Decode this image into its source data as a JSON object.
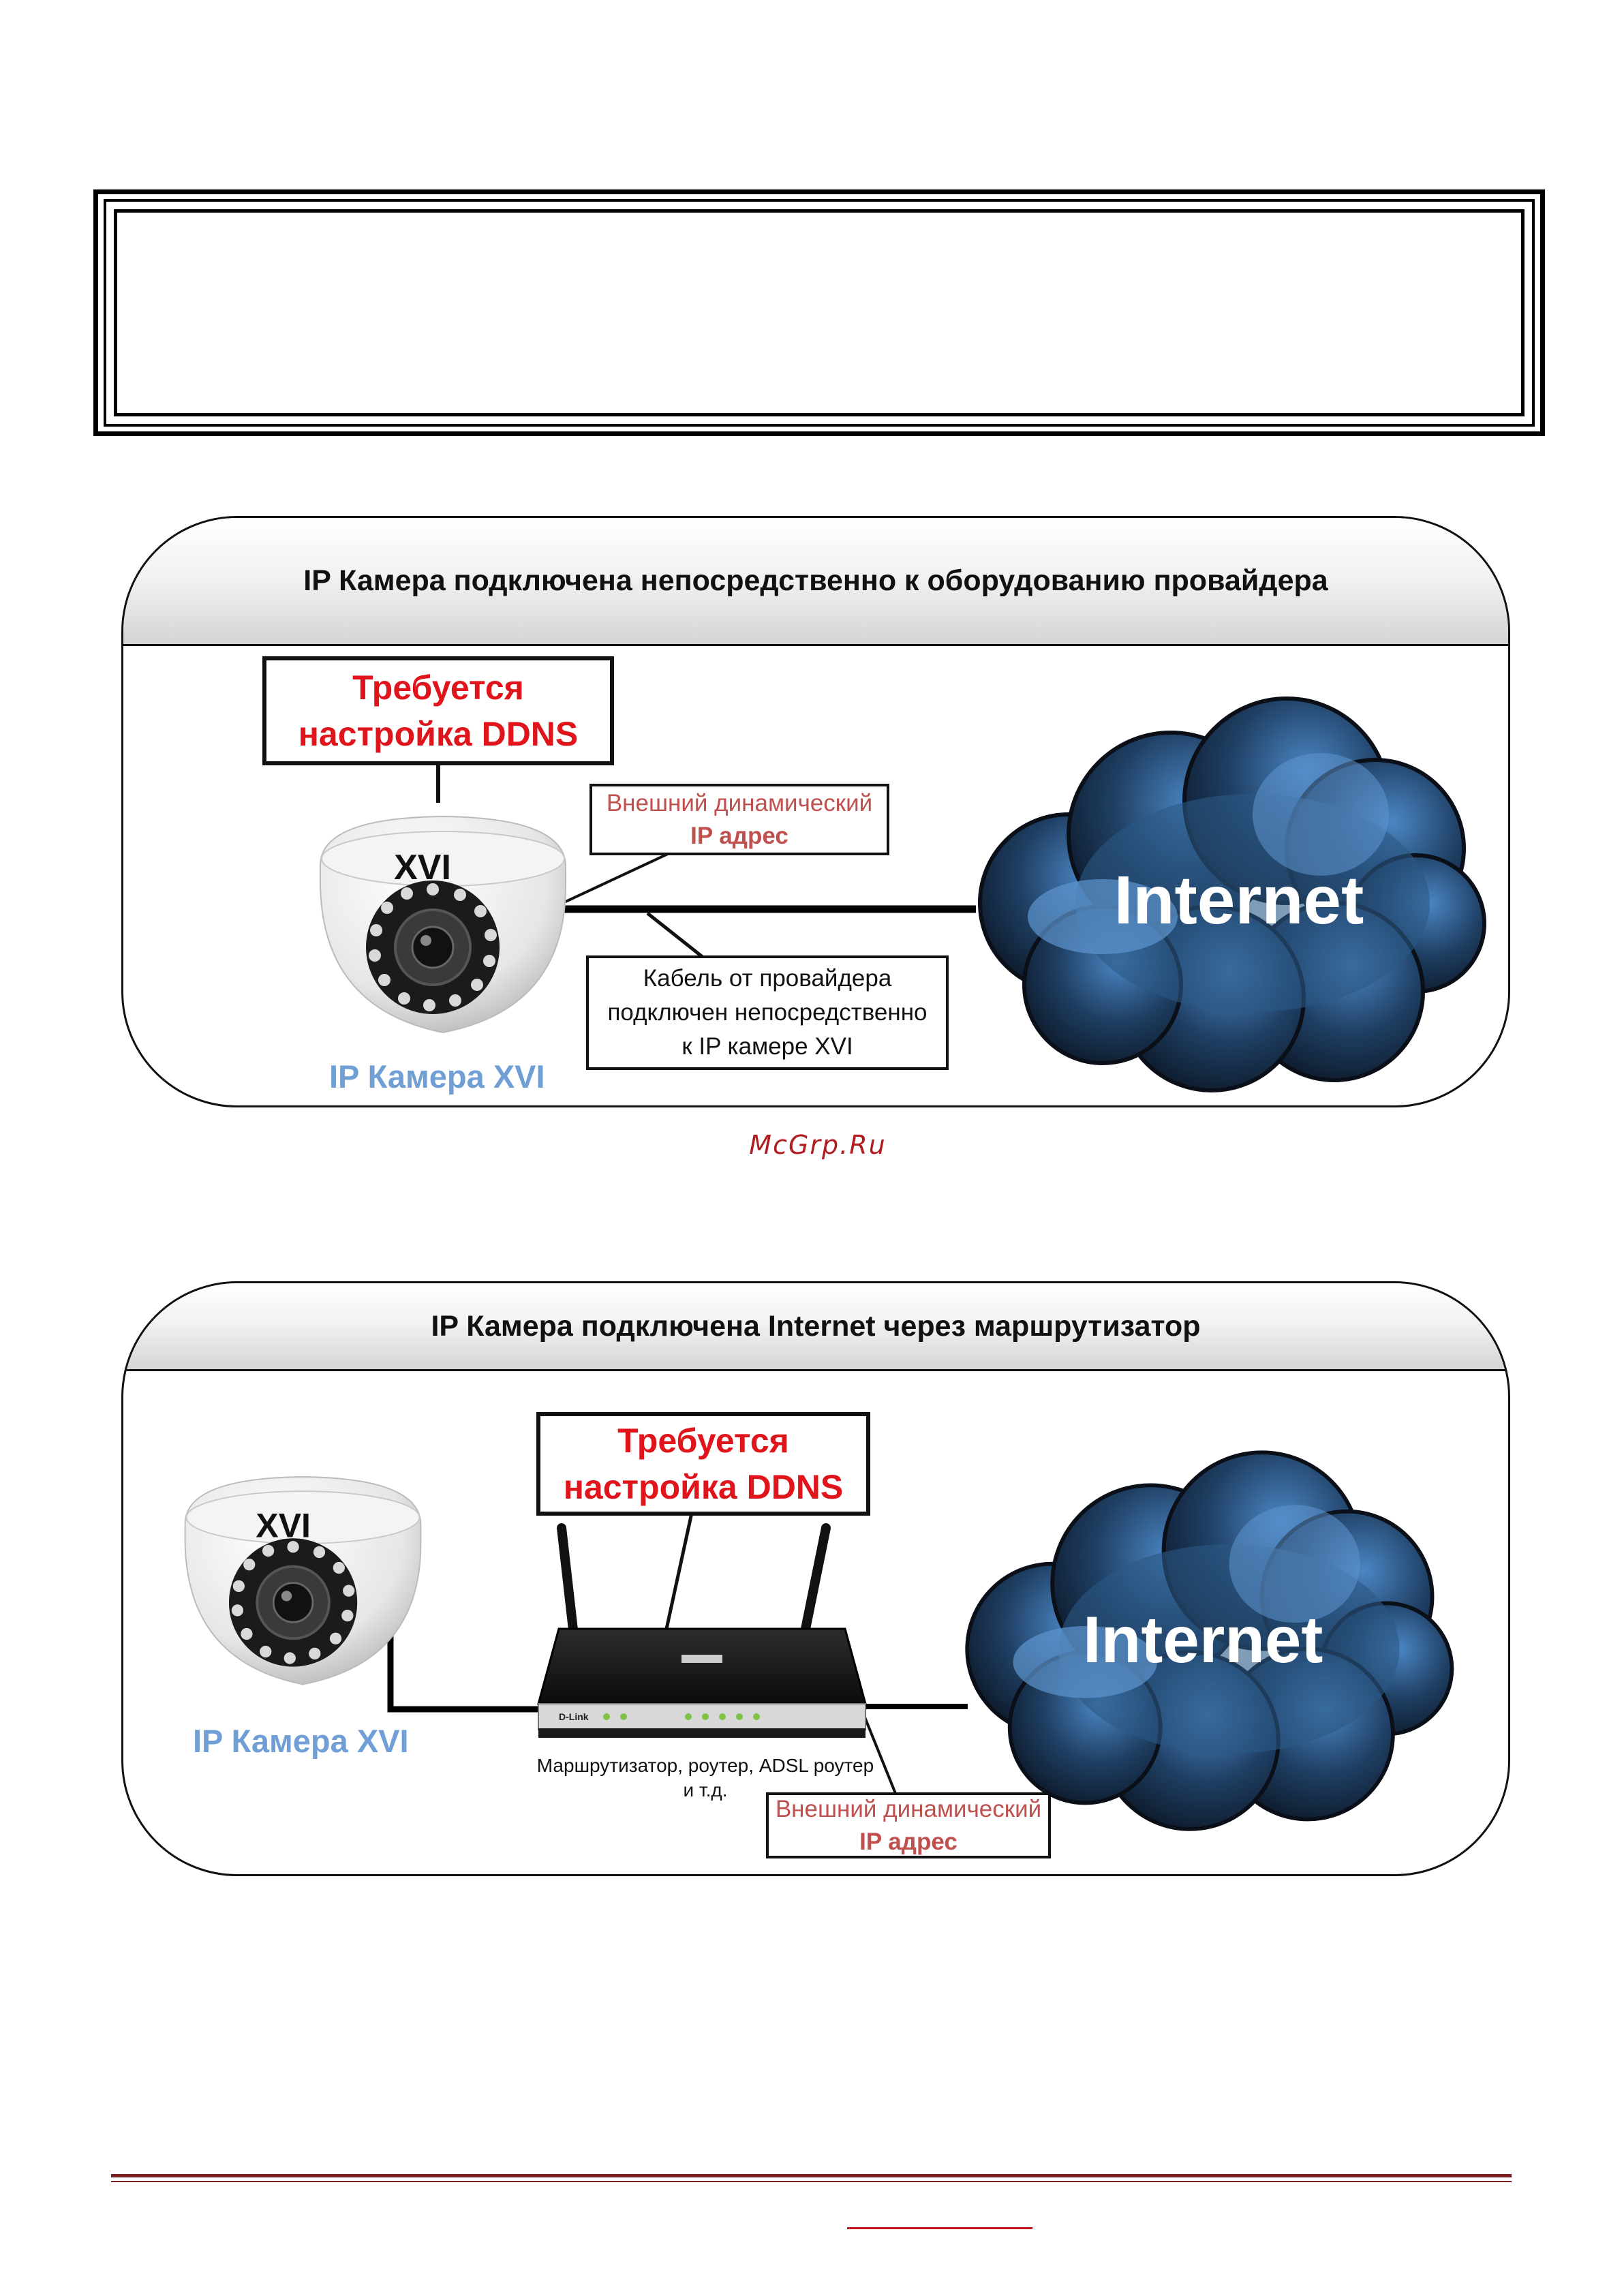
{
  "panel1": {
    "title": "IP Камера подключена непосредственно к оборудованию провайдера",
    "ddns_line1": "Требуется",
    "ddns_line2": "настройка DDNS",
    "ip_line1": "Внешний динамический",
    "ip_line2": "IP адрес",
    "cable_line1": "Кабель от провайдера",
    "cable_line2": "подключен непосредственно",
    "cable_line3": "к IP камере XVI",
    "camera_label": "IP Камера XVI",
    "camera_logo": "XVI",
    "cloud_label": "Internet"
  },
  "watermark": "McGrp.Ru",
  "panel2": {
    "title": "IP Камера подключена Internet через маршрутизатор",
    "ddns_line1": "Требуется",
    "ddns_line2": "настройка DDNS",
    "router_line1": "Маршрутизатор, роутер, ADSL роутер",
    "router_line2": "и т.д.",
    "router_brand": "D-Link",
    "ip_line1": "Внешний динамический",
    "ip_line2": "IP адрес",
    "camera_label": "IP Камера XVI",
    "camera_logo": "XVI",
    "cloud_label": "Internet"
  },
  "colors": {
    "ddns_red": "#e0151c",
    "ip_text": "#c0504d",
    "camera_label": "#6f9fd4",
    "cloud_dark": "#0d1a2b",
    "cloud_light": "#4a86c4",
    "footer_rule": "#7a1d1f"
  }
}
